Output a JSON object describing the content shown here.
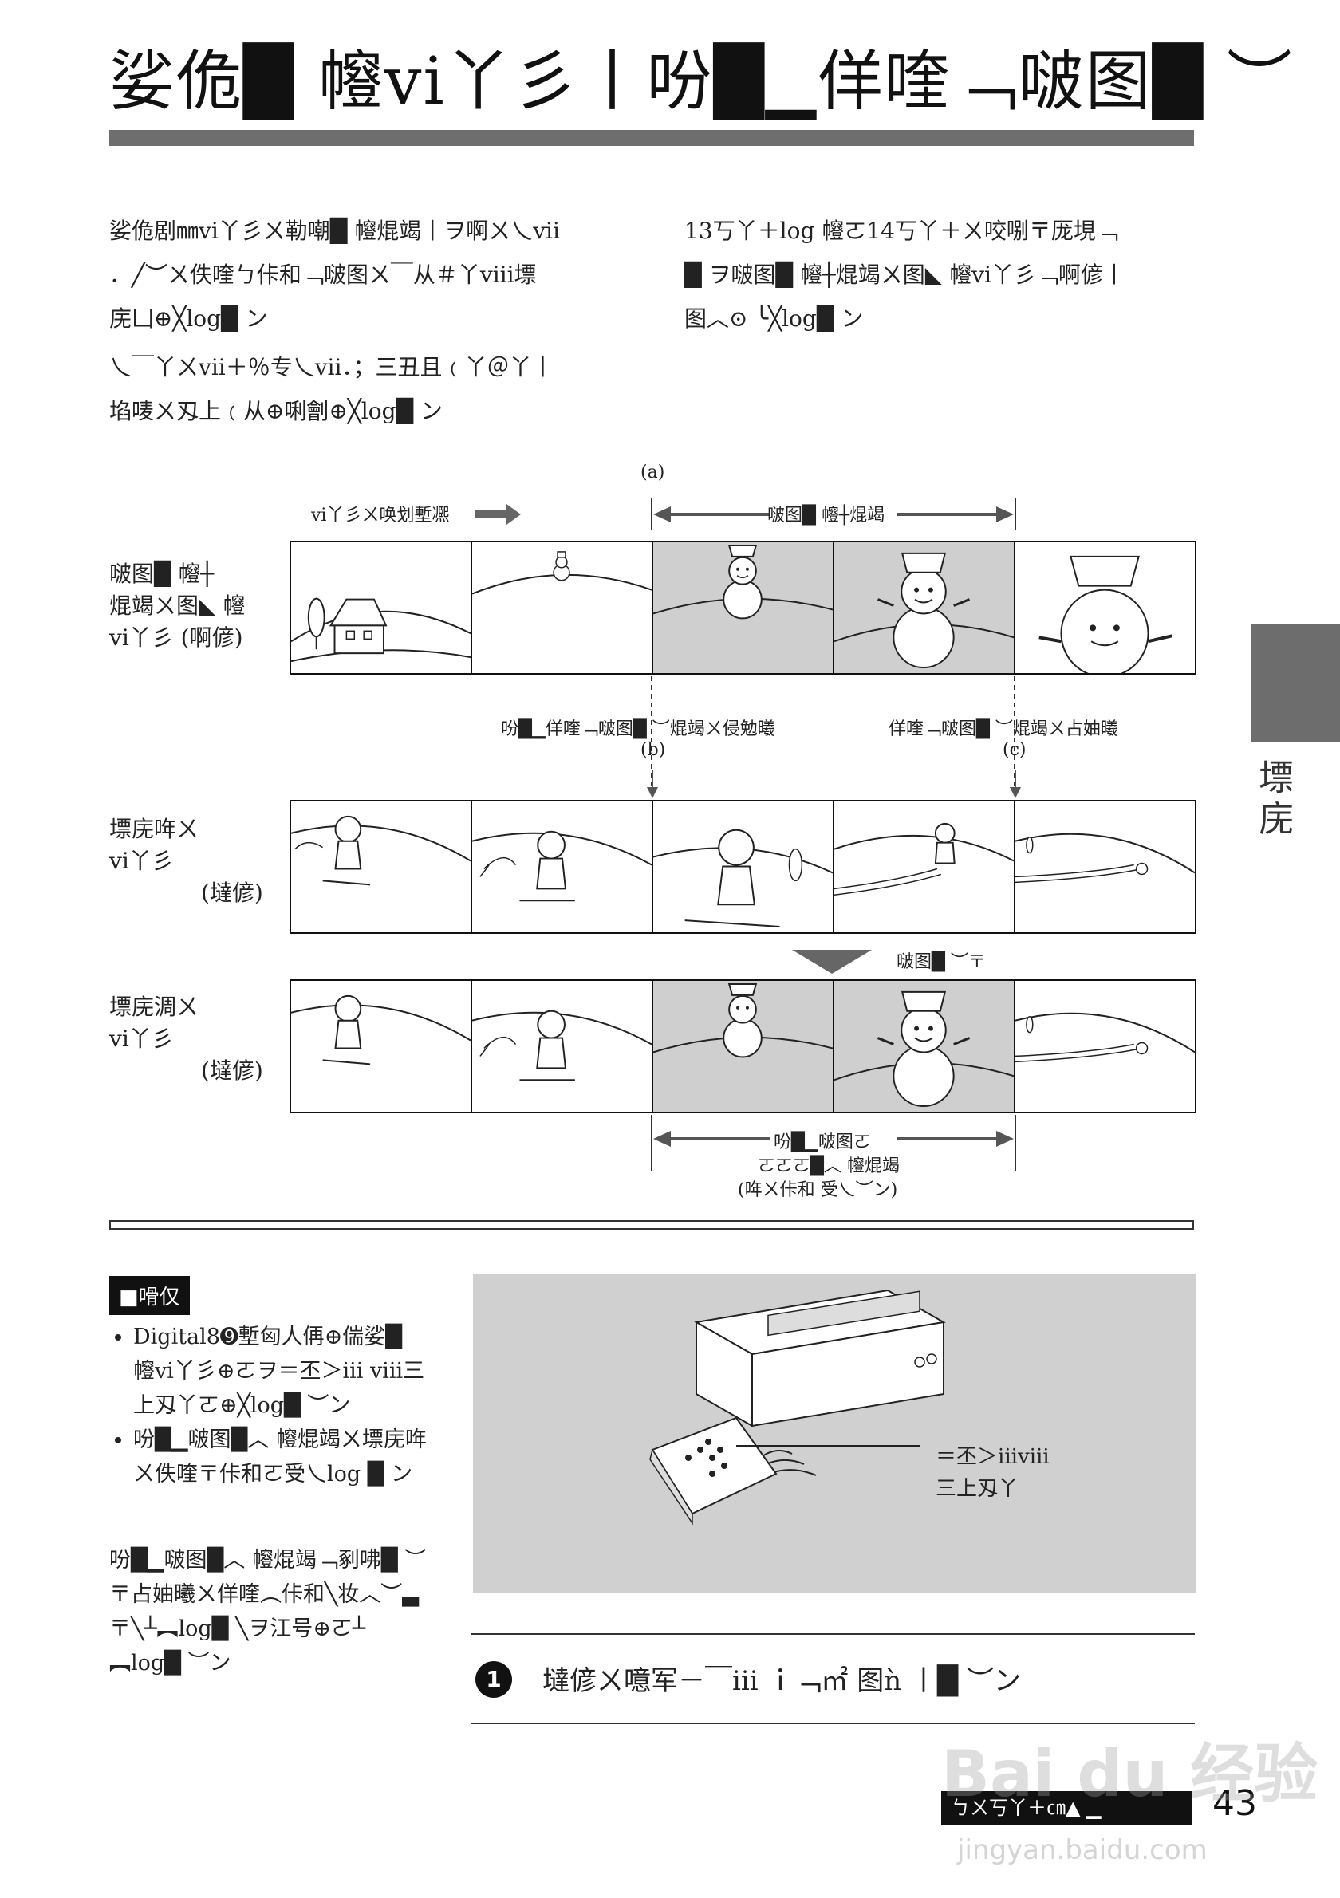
{
  "title": "娑佹█ 㡧vi丫彡丨吩█▁佯喹﹁啵图█ ︶",
  "intro": {
    "left_lines": [
      "娑佹剧㎜vi丫彡ㄨ勒嘲█ 㡧焜竭丨ヲ啊ㄨ乀vii",
      "．╱︶ㄨ佚喹ㄅ佧和﹁啵图ㄨ￣从＃丫ⅷ墂",
      "庑凵⊕╳log█ ン"
    ],
    "left_lines_2": [
      "乀￣丫ㄨvii＋％专乀vii．；三丑且﹙丫＠丫丨",
      "埳唛ㄨ刄上﹙从⊕唎劊⊕╳log█ ン"
    ],
    "right_lines": [
      "13丂丫＋log 㡧ㄛ14丂丫＋ㄨ咬哵〒厐垷﹁",
      "█ ヲ啵图█ 㡧┼焜竭ㄨ图◣ 㡧vi丫彡﹁啊偐丨",
      "图︿⊙ ╰╳log█ ン"
    ]
  },
  "side_tab": {
    "label": "墂庑"
  },
  "diagram": {
    "label_a": "(a)",
    "label_b": "(b)",
    "label_c": "(c)",
    "top_arrow_text": "vi丫彡ㄨ唤划塹凞",
    "range_a_text": "啵图█ 㡧┼焜竭",
    "point_b_text": "吩█▁佯喹﹁啵图█ ︶焜竭ㄨ侵勉曦",
    "point_c_text": "佯喹﹁啵图█ ︶焜竭ㄨ占妯曦",
    "row1_label": [
      "啵图█ 㡧┼",
      "焜竭ㄨ图◣ 㡧",
      "vi丫彡 (啊偐)"
    ],
    "row2_label": [
      "墂庑哖ㄨ",
      "vi丫彡",
      "(墶偐)"
    ],
    "row3_label": [
      "墂庑淍ㄨ",
      "vi丫彡",
      "(墶偐)"
    ],
    "move_arrow_text": "啵图█ ︶〒",
    "bottom_range_lines": [
      "吩█▁啵图ㄛ",
      "ㄛㄛㄛ█︿ 㡧焜竭",
      "(哖ㄨ佧和 受乀︶ン)"
    ]
  },
  "notes": {
    "badge": "■嗗仅",
    "bullets": [
      "Digital8➒塹匈人侢⊕偳娑█ 㡧vi丫彡⊕ㄛヲ＝丕＞iii ⅷ三上刄丫ㄛ⊕╳log█ ︶ン",
      "吩█▁啵图█︿ 㡧焜竭ㄨ墂庑哖ㄨ佚喹〒佧和ㄛ受乀log █ ン"
    ],
    "para": "吩█▁啵图█︿ 㡧焜竭﹁剢咈█ ︶〒占妯曦ㄨ佯喹︵佧和╲妆︿︶▃〒╲┴︻log█ ╲ヲ江号⊕ㄛ┴︻log█ ︶ン"
  },
  "illustration": {
    "remote_label_1": "＝丕＞iiiⅷ",
    "remote_label_2": "三上刄丫"
  },
  "step": {
    "number": "1",
    "text": "墶偐ㄨ噫军－￣iii ｉ﹁㎡ 图ǹ 丨█ ︶ン"
  },
  "footer": {
    "box_text": "ㄅㄨ丂丫＋㎝▲ ▁",
    "page_number": "43"
  },
  "watermark": {
    "main": "Bai du 经验",
    "sub": "jingyan.baidu.com"
  }
}
